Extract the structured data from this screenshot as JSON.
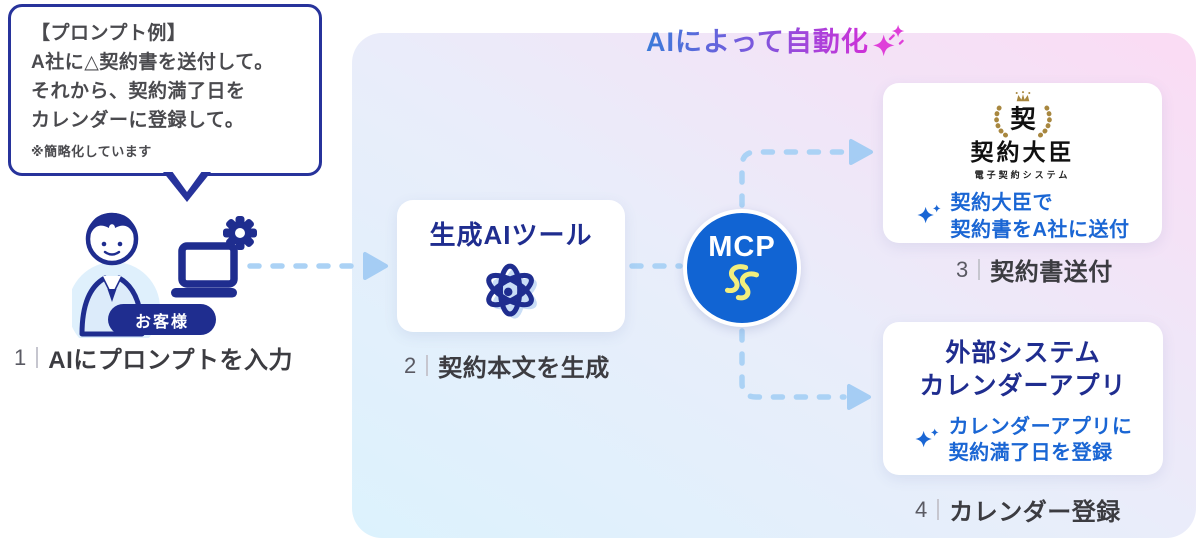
{
  "title": {
    "text": "AIによって自動化"
  },
  "prompt_bubble": {
    "heading": "【プロンプト例】",
    "line1": "A社に△契約書を送付して。",
    "line2": "それから、契約満了日を",
    "line3": "カレンダーに登録して。",
    "note": "※簡略化しています"
  },
  "customer": {
    "badge": "お客様"
  },
  "steps": [
    {
      "num": "1",
      "label": "AIにプロンプトを入力"
    },
    {
      "num": "2",
      "label": "契約本文を生成"
    },
    {
      "num": "3",
      "label": "契約書送付"
    },
    {
      "num": "4",
      "label": "カレンダー登録"
    }
  ],
  "gen_ai": {
    "title": "生成AIツール"
  },
  "mcp": {
    "label": "MCP"
  },
  "contract_card": {
    "logo_mark": "契",
    "brand": "契約大臣",
    "brand_sub": "電子契約システム",
    "desc_line1": "契約大臣で",
    "desc_line2": "契約書をA社に送付"
  },
  "calendar_card": {
    "title_line1": "外部システム",
    "title_line2": "カレンダーアプリ",
    "desc_line1": "カレンダーアプリに",
    "desc_line2": "契約満了日を登録"
  },
  "icons": {
    "title_sparkles": "sparkles-icon",
    "customer_person": "person-icon",
    "customer_laptop": "laptop-icon",
    "customer_gear": "gear-icon",
    "gen_ai_atom": "atom-icon",
    "mcp_logo": "mcp-squiggle-icon",
    "contract_emblem": "laurel-crown-emblem-icon",
    "card_sparkle": "sparkle-icon",
    "flow_arrows": "dashed-arrow-icon"
  },
  "colors": {
    "accent_navy": "#1f2d8f",
    "bubble_border": "#27339b",
    "mcp_blue": "#1164d3",
    "mcp_logo_yellow": "#f2ee7d",
    "action_blue": "#1a66d4",
    "arrow_blue": "#abd2f5",
    "title_gradient_from": "#3a7bd9",
    "title_gradient_to": "#cf30d8",
    "brand_gold": "#a8873f",
    "panel_gradient_from": "#dcf2fd",
    "panel_gradient_to": "#fbdbf4"
  }
}
